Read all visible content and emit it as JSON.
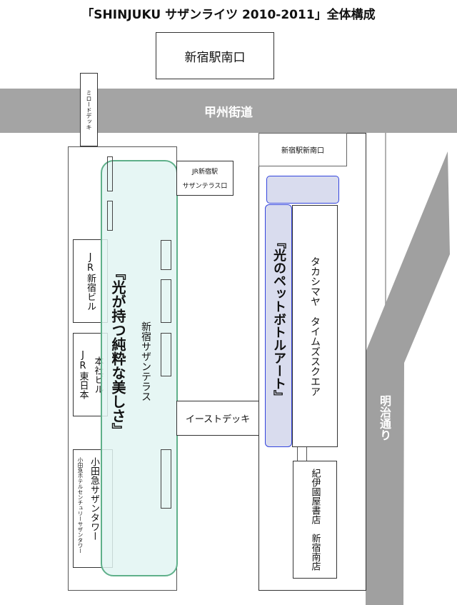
{
  "title": "「SHINJUKU サザンライツ 2010-2011」全体構成",
  "labels": {
    "south_exit": "新宿駅南口",
    "koshu_kaido": "甲州街道",
    "mylord_deck": "ミロードデッキ",
    "new_south_exit": "新宿駅新南口",
    "jr_station_line1": "JR新宿駅",
    "jr_station_line2": "サザンテラス口",
    "jr_shinjuku_bldg": "JR新宿ビル",
    "jr_east_hq_line1": "JR東日本",
    "jr_east_hq_line2": "本社ビル",
    "odakyu_tower": "小田急サザンタワー",
    "odakyu_hotel": "小田急ホテルセンチュリーサザンタワー",
    "southern_terrace": "新宿サザンテラス",
    "zone_pure_beauty": "『光が持つ純粋な美しさ』",
    "east_deck": "イーストデッキ",
    "zone_pet_bottle": "『光のペットボトルアート』",
    "takashimaya": "タカシマヤ　タイムズスクエア",
    "kinokuniya": "紀伊國屋書店　新宿南店",
    "meiji_dori": "明治通り"
  },
  "colors": {
    "road": "#a4a4a4",
    "zone_green_fill": "#eaf7f6",
    "zone_green_border": "#5fb08a",
    "zone_blue_fill": "#d9dcee",
    "zone_blue_border": "#3344dd"
  }
}
